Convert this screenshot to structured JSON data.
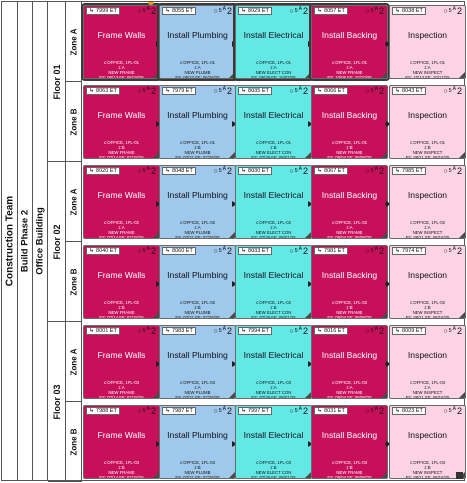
{
  "team": "Construction Team",
  "phase": "Build Phase 2",
  "building": "Office Building",
  "floors": [
    {
      "label": "Floor 01",
      "zones": [
        {
          "label": "Zone A",
          "tasks": [
            {
              "id": "7999 ET",
              "count": "5",
              "count_sup": "A",
              "count_big": "2",
              "title": "Frame Walls",
              "line1": "c:OFFICE, 1FL-01",
              "line2": "z:A",
              "line3": "NEW FRAME",
              "line4": "FS: 06/13 FF: 06/19/25",
              "color": "frame",
              "selected": true
            },
            {
              "id": "8055 ET",
              "count": "5",
              "count_sup": "A",
              "count_big": "2",
              "title": "Install Plumbing",
              "line1": "c:OFFICE, 1FL-01",
              "line2": "z:A",
              "line3": "NEW PLUMB",
              "line4": "FS: 06/22 FF: 06/26/25",
              "color": "plumb",
              "selected": true
            },
            {
              "id": "8029 ET",
              "count": "5",
              "count_sup": "A",
              "count_big": "2",
              "title": "Install Electrical",
              "line1": "c:OFFICE, 1FL-01",
              "line2": "z:A",
              "line3": "NEW ELECT CON",
              "line4": "FS: 06/29 FF: 10/03/25",
              "color": "elec",
              "selected": true
            },
            {
              "id": "8057 ET",
              "count": "5",
              "count_sup": "A",
              "count_big": "2",
              "title": "Install Backing",
              "line1": "c:OFFICE, 1FL-01",
              "line2": "z:A",
              "line3": "NEW FRAME",
              "line4": "FS: 10/06 FF: 10/10/25",
              "color": "back",
              "selected": true
            },
            {
              "id": "8038 ET",
              "count": "5",
              "count_sup": "A",
              "count_big": "2",
              "title": "Inspection",
              "line1": "c:OFFICE, 1FL-01",
              "line2": "z:A",
              "line3": "NEW INSPECT",
              "line4": "FS: 10/13 FF: 10/17/25",
              "color": "insp",
              "selected": false
            }
          ]
        },
        {
          "label": "Zone B",
          "tasks": [
            {
              "id": "8063 ET",
              "count": "5",
              "count_sup": "A",
              "count_big": "2",
              "title": "Frame Walls",
              "line1": "c:OFFICE, 1FL-01",
              "line2": "z:B",
              "line3": "NEW FRAME",
              "line4": "FS: 07/14 FF: 07/18/25",
              "color": "frame",
              "selected": false
            },
            {
              "id": "7979 ET",
              "count": "5",
              "count_sup": "A",
              "count_big": "2",
              "title": "Install Plumbing",
              "line1": "c:OFFICE, 1FL-01",
              "line2": "z:B",
              "line3": "NEW PLUMB",
              "line4": "FS: 07/21 FF: 07/25/25",
              "color": "plumb",
              "selected": false
            },
            {
              "id": "8035 ET",
              "count": "5",
              "count_sup": "A",
              "count_big": "2",
              "title": "Install Electrical",
              "line1": "c:OFFICE, 1FL-01",
              "line2": "z:B",
              "line3": "NEW ELECT CON",
              "line4": "FS: 07/28 FF: 08/01/25",
              "color": "elec",
              "selected": false
            },
            {
              "id": "8066 ET",
              "count": "5",
              "count_sup": "A",
              "count_big": "2",
              "title": "Install Backing",
              "line1": "c:OFFICE, 1FL-01",
              "line2": "z:B",
              "line3": "NEW FRAME",
              "line4": "FS: 08/04 FF: 08/08/25",
              "color": "back",
              "selected": false
            },
            {
              "id": "8043 ET",
              "count": "5",
              "count_sup": "A",
              "count_big": "2",
              "title": "Inspection",
              "line1": "c:OFFICE, 1FL-01",
              "line2": "z:B",
              "line3": "NEW INSPECT",
              "line4": "FS: 08/11 FF: 08/15/25",
              "color": "insp",
              "selected": false
            }
          ]
        }
      ]
    },
    {
      "label": "Floor 02",
      "zones": [
        {
          "label": "Zone A",
          "tasks": [
            {
              "id": "8020 ET",
              "count": "5",
              "count_sup": "A",
              "count_big": "2",
              "title": "Frame Walls",
              "line1": "c:OFFICE, 1FL-02",
              "line2": "z:A",
              "line3": "NEW FRAME",
              "line4": "FS: 07/14 FF: 07/18/25",
              "color": "frame",
              "selected": false
            },
            {
              "id": "8048 ET",
              "count": "5",
              "count_sup": "A",
              "count_big": "2",
              "title": "Install Plumbing",
              "line1": "c:OFFICE, 1FL-02",
              "line2": "z:A",
              "line3": "NEW PLUMB",
              "line4": "FS: 07/21 FF: 07/25/25",
              "color": "plumb",
              "selected": false
            },
            {
              "id": "8030 ET",
              "count": "5",
              "count_sup": "A",
              "count_big": "2",
              "title": "Install Electrical",
              "line1": "c:OFFICE, 1FL-02",
              "line2": "z:A",
              "line3": "NEW ELECT CON",
              "line4": "FS: 07/28 FF: 08/01/25",
              "color": "elec",
              "selected": false
            },
            {
              "id": "8067 ET",
              "count": "5",
              "count_sup": "A",
              "count_big": "2",
              "title": "Install Backing",
              "line1": "c:OFFICE, 1FL-02",
              "line2": "z:A",
              "line3": "NEW FRAME",
              "line4": "FS: 08/04 FF: 08/08/25",
              "color": "back",
              "selected": false
            },
            {
              "id": "7985 ET",
              "count": "5",
              "count_sup": "A",
              "count_big": "2",
              "title": "Inspection",
              "line1": "c:OFFICE, 1FL-02",
              "line2": "z:A",
              "line3": "NEW INSPECT",
              "line4": "FS: 08/11 FF: 08/15/25",
              "color": "insp",
              "selected": false
            }
          ]
        },
        {
          "label": "Zone B",
          "tasks": [
            {
              "id": "8040 ET",
              "count": "5",
              "count_sup": "A",
              "count_big": "2",
              "title": "Frame Walls",
              "line1": "c:OFFICE, 1FL-02",
              "line2": "z:B",
              "line3": "NEW FRAME",
              "line4": "FS: 07/14 FF: 07/18/25",
              "color": "frame",
              "selected": false
            },
            {
              "id": "8060 ET",
              "count": "5",
              "count_sup": "A",
              "count_big": "2",
              "title": "Install Plumbing",
              "line1": "c:OFFICE, 1FL-02",
              "line2": "z:B",
              "line3": "NEW PLUMB",
              "line4": "FS: 07/21 FF: 07/25/25",
              "color": "plumb",
              "selected": false
            },
            {
              "id": "8033 ET",
              "count": "5",
              "count_sup": "A",
              "count_big": "2",
              "title": "Install Electrical",
              "line1": "c:OFFICE, 1FL-02",
              "line2": "z:B",
              "line3": "NEW ELECT CON",
              "line4": "FS: 07/28 FF: 08/01/25",
              "color": "elec",
              "selected": false
            },
            {
              "id": "7981 ET",
              "count": "5",
              "count_sup": "A",
              "count_big": "2",
              "title": "Install Backing",
              "line1": "c:OFFICE, 1FL-02",
              "line2": "z:B",
              "line3": "NEW FRAME",
              "line4": "FS: 08/04 FF: 08/08/25",
              "color": "back",
              "selected": false
            },
            {
              "id": "7974 ET",
              "count": "5",
              "count_sup": "A",
              "count_big": "2",
              "title": "Inspection",
              "line1": "c:OFFICE, 1FL-02",
              "line2": "z:B",
              "line3": "NEW INSPECT",
              "line4": "FS: 08/11 FF: 08/15/25",
              "color": "insp",
              "selected": false
            }
          ]
        }
      ]
    },
    {
      "label": "Floor 03",
      "zones": [
        {
          "label": "Zone A",
          "tasks": [
            {
              "id": "8001 ET",
              "count": "5",
              "count_sup": "A",
              "count_big": "2",
              "title": "Frame Walls",
              "line1": "c:OFFICE, 1FL-03",
              "line2": "z:A",
              "line3": "NEW FRAME",
              "line4": "FS: 07/14 FF: 07/18/25",
              "color": "frame",
              "selected": false
            },
            {
              "id": "7983 ET",
              "count": "5",
              "count_sup": "A",
              "count_big": "2",
              "title": "Install Plumbing",
              "line1": "c:OFFICE, 1FL-03",
              "line2": "z:A",
              "line3": "NEW PLUMB",
              "line4": "FS: 07/21 FF: 07/25/25",
              "color": "plumb",
              "selected": false
            },
            {
              "id": "7994 ET",
              "count": "5",
              "count_sup": "A",
              "count_big": "2",
              "title": "Install Electrical",
              "line1": "c:OFFICE, 1FL-03",
              "line2": "z:A",
              "line3": "NEW ELECT CON",
              "line4": "FS: 07/28 FF: 08/01/25",
              "color": "elec",
              "selected": false
            },
            {
              "id": "8016 ET",
              "count": "5",
              "count_sup": "A",
              "count_big": "2",
              "title": "Install Backing",
              "line1": "c:OFFICE, 1FL-03",
              "line2": "z:A",
              "line3": "NEW FRAME",
              "line4": "FS: 08/04 FF: 08/08/25",
              "color": "back",
              "selected": false
            },
            {
              "id": "8009 ET",
              "count": "5",
              "count_sup": "A",
              "count_big": "2",
              "title": "Inspection",
              "line1": "c:OFFICE, 1FL-03",
              "line2": "z:A",
              "line3": "NEW INSPECT",
              "line4": "FS: 08/11 FF: 08/15/25",
              "color": "insp",
              "selected": false
            }
          ]
        },
        {
          "label": "Zone B",
          "tasks": [
            {
              "id": "7988 ET",
              "count": "5",
              "count_sup": "A",
              "count_big": "2",
              "title": "Frame Walls",
              "line1": "c:OFFICE, 1FL-03",
              "line2": "z:B",
              "line3": "NEW FRAME",
              "line4": "FS: 07/14 FF: 07/18/25",
              "color": "frame",
              "selected": false
            },
            {
              "id": "7987 ET",
              "count": "5",
              "count_sup": "A",
              "count_big": "2",
              "title": "Install Plumbing",
              "line1": "c:OFFICE, 1FL-03",
              "line2": "z:B",
              "line3": "NEW PLUMB",
              "line4": "FS: 07/21 FF: 07/25/25",
              "color": "plumb",
              "selected": false
            },
            {
              "id": "7997 ET",
              "count": "5",
              "count_sup": "A",
              "count_big": "2",
              "title": "Install Electrical",
              "line1": "c:OFFICE, 1FL-03",
              "line2": "z:B",
              "line3": "NEW ELECT CON",
              "line4": "FS: 07/28 FF: 08/01/25",
              "color": "elec",
              "selected": false
            },
            {
              "id": "8031 ET",
              "count": "5",
              "count_sup": "A",
              "count_big": "2",
              "title": "Install Backing",
              "line1": "c:OFFICE, 1FL-03",
              "line2": "z:B",
              "line3": "NEW FRAME",
              "line4": "FS: 08/04 FF: 08/08/25",
              "color": "back",
              "selected": false
            },
            {
              "id": "8023 ET",
              "count": "5",
              "count_sup": "A",
              "count_big": "2",
              "title": "Inspection",
              "line1": "c:OFFICE, 1FL-03",
              "line2": "z:B",
              "line3": "NEW INSPECT",
              "line4": "FS: 08/11 FF: 08/15/25",
              "color": "insp",
              "selected": false
            }
          ]
        }
      ]
    }
  ],
  "colors": {
    "frame": "#c8105a",
    "plumb": "#9fc9ec",
    "elec": "#64e8e6",
    "back": "#c8105a",
    "insp": "#fbd3e5"
  }
}
